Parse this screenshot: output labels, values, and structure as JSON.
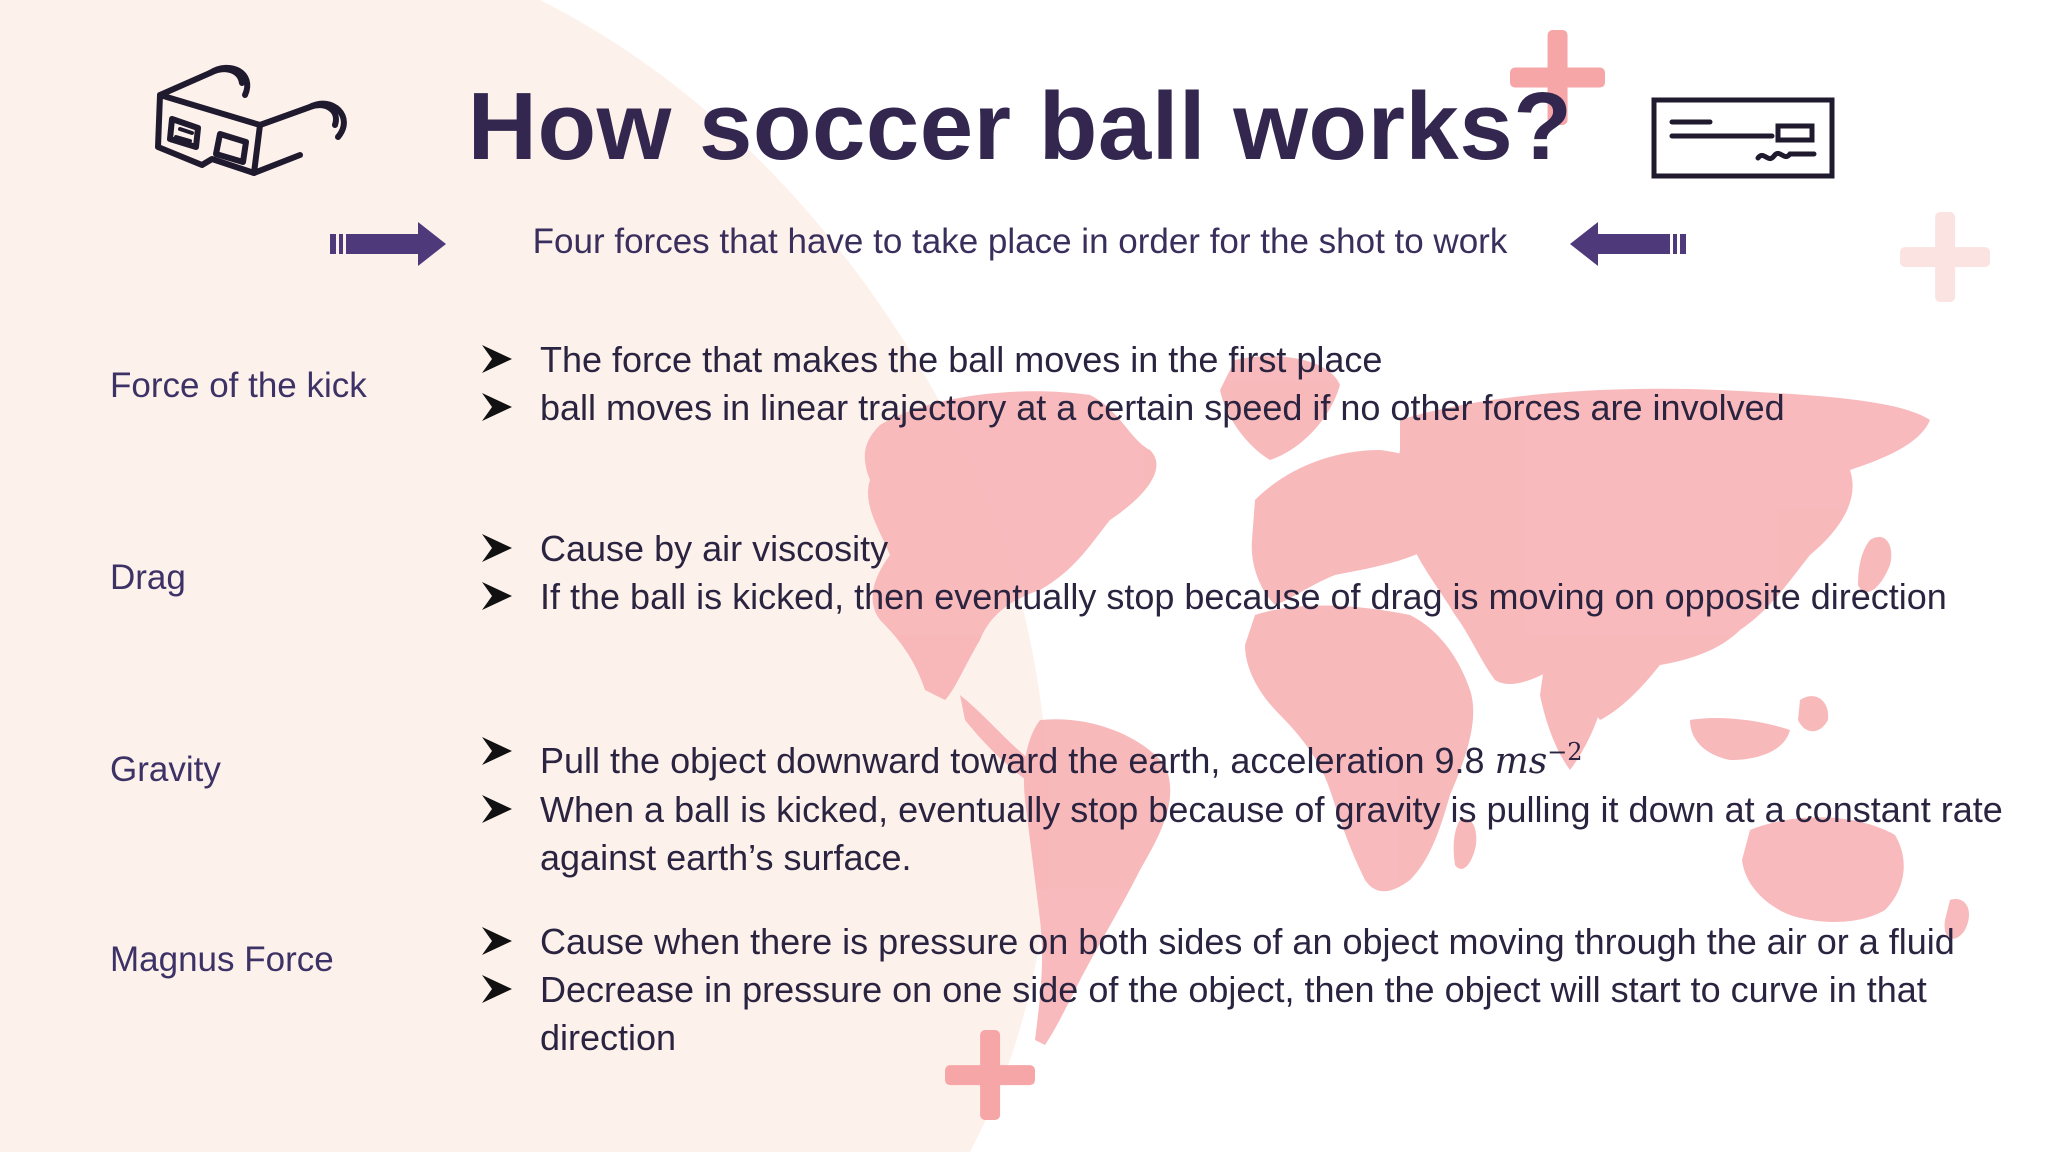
{
  "title": "How soccer ball works?",
  "subtitle": "Four forces that have to take place in order for the shot to work",
  "forces": [
    {
      "name": "Force of the kick",
      "bullets": [
        "The force that makes the ball moves in the first place",
        "ball moves in linear trajectory at a certain speed if no other forces are involved"
      ]
    },
    {
      "name": "Drag",
      "bullets": [
        "Cause by air viscosity",
        "If the ball is kicked, then eventually stop because of drag is moving on opposite direction"
      ]
    },
    {
      "name": "Gravity",
      "bullets": [
        "Pull the object downward toward the earth, acceleration 9.8 ",
        "When a ball is kicked, eventually stop because of gravity is pulling it down at a constant rate against earth’s surface."
      ],
      "unit": "ms",
      "exponent": "−2"
    },
    {
      "name": "Magnus Force",
      "bullets": [
        "Cause when there is pressure on both sides of an object moving through the air or a fluid",
        "Decrease in pressure on one side of the object, then the object will start to curve in that direction"
      ]
    }
  ],
  "icons": {
    "glasses": "3d-glasses-icon",
    "ticket": "ticket-icon",
    "bullet": "arrowhead-bullet-icon",
    "arrow_left": "right-pointing-arrow-icon",
    "arrow_right": "left-pointing-arrow-icon"
  },
  "colors": {
    "title": "#33274f",
    "accent_purple": "#4e3a7a",
    "map_pink": "#f8b6b8",
    "background_blob": "#fdf1ec",
    "plus_pink": "#f7a6a8"
  }
}
